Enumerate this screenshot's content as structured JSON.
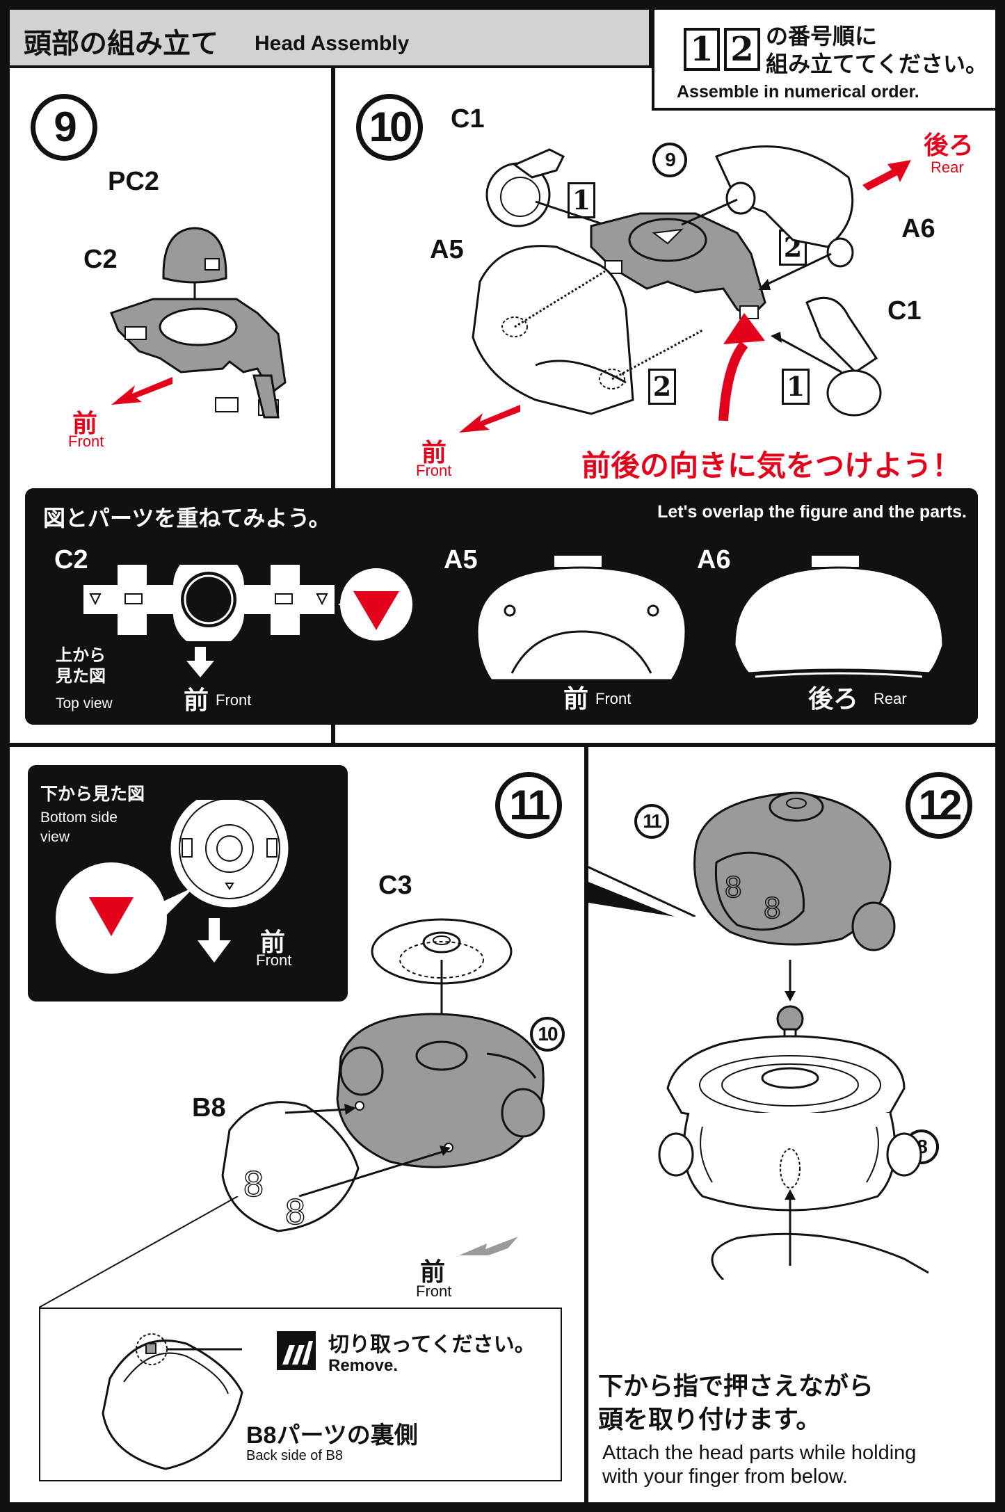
{
  "header": {
    "title_jp": "頭部の組み立て",
    "title_en": "Head Assembly"
  },
  "order_note": {
    "box1": "1",
    "box2": "2",
    "jp_line1": "の番号順に",
    "jp_line2": "組み立ててください。",
    "en": "Assemble in numerical order."
  },
  "step9": {
    "number": "9",
    "part_pc2": "PC2",
    "part_c2": "C2",
    "front_jp": "前",
    "front_en": "Front"
  },
  "step10": {
    "number": "10",
    "part_c1_top": "C1",
    "part_c1_right": "C1",
    "part_a5": "A5",
    "part_a6": "A6",
    "ref_step": "9",
    "box_1_left": "1",
    "box_2_right": "2",
    "box_2_bottom": "2",
    "box_1_bottom": "1",
    "rear_jp": "後ろ",
    "rear_en": "Rear",
    "front_jp": "前",
    "front_en": "Front",
    "warning_jp": "前後の向きに気をつけよう！"
  },
  "overlap_panel": {
    "title_jp": "図とパーツを重ねてみよう。",
    "title_en": "Let's overlap the figure and the parts.",
    "c2_label": "C2",
    "a5_label": "A5",
    "a6_label": "A6",
    "top_view_jp_1": "上から",
    "top_view_jp_2": "見た図",
    "top_view_en": "Top view",
    "c2_front_jp": "前",
    "c2_front_en": "Front",
    "a5_front_jp": "前",
    "a5_front_en": "Front",
    "a6_rear_jp": "後ろ",
    "a6_rear_en": "Rear"
  },
  "step11": {
    "number": "11",
    "bottom_view_jp": "下から見た図",
    "bottom_view_en_1": "Bottom side",
    "bottom_view_en_2": "view",
    "bv_front_jp": "前",
    "bv_front_en": "Front",
    "part_c3": "C3",
    "part_b8": "B8",
    "ref_step": "10",
    "front_jp": "前",
    "front_en": "Front",
    "remove_jp": "切り取ってください。",
    "remove_en": "Remove.",
    "backside_jp": "B8パーツの裏側",
    "backside_en": "Back side of B8"
  },
  "step12": {
    "number": "12",
    "ref_step_top": "11",
    "ref_step_body": "8",
    "instr_jp_1": "下から指で押さえながら",
    "instr_jp_2": "頭を取り付けます。",
    "instr_en_1": "Attach the head parts while holding",
    "instr_en_2": "with your finger from below."
  },
  "colors": {
    "accent_red": "#e3001b",
    "part_gray": "#9a9a9a",
    "header_gray": "#d2d2d2",
    "panel_black": "#111111"
  }
}
